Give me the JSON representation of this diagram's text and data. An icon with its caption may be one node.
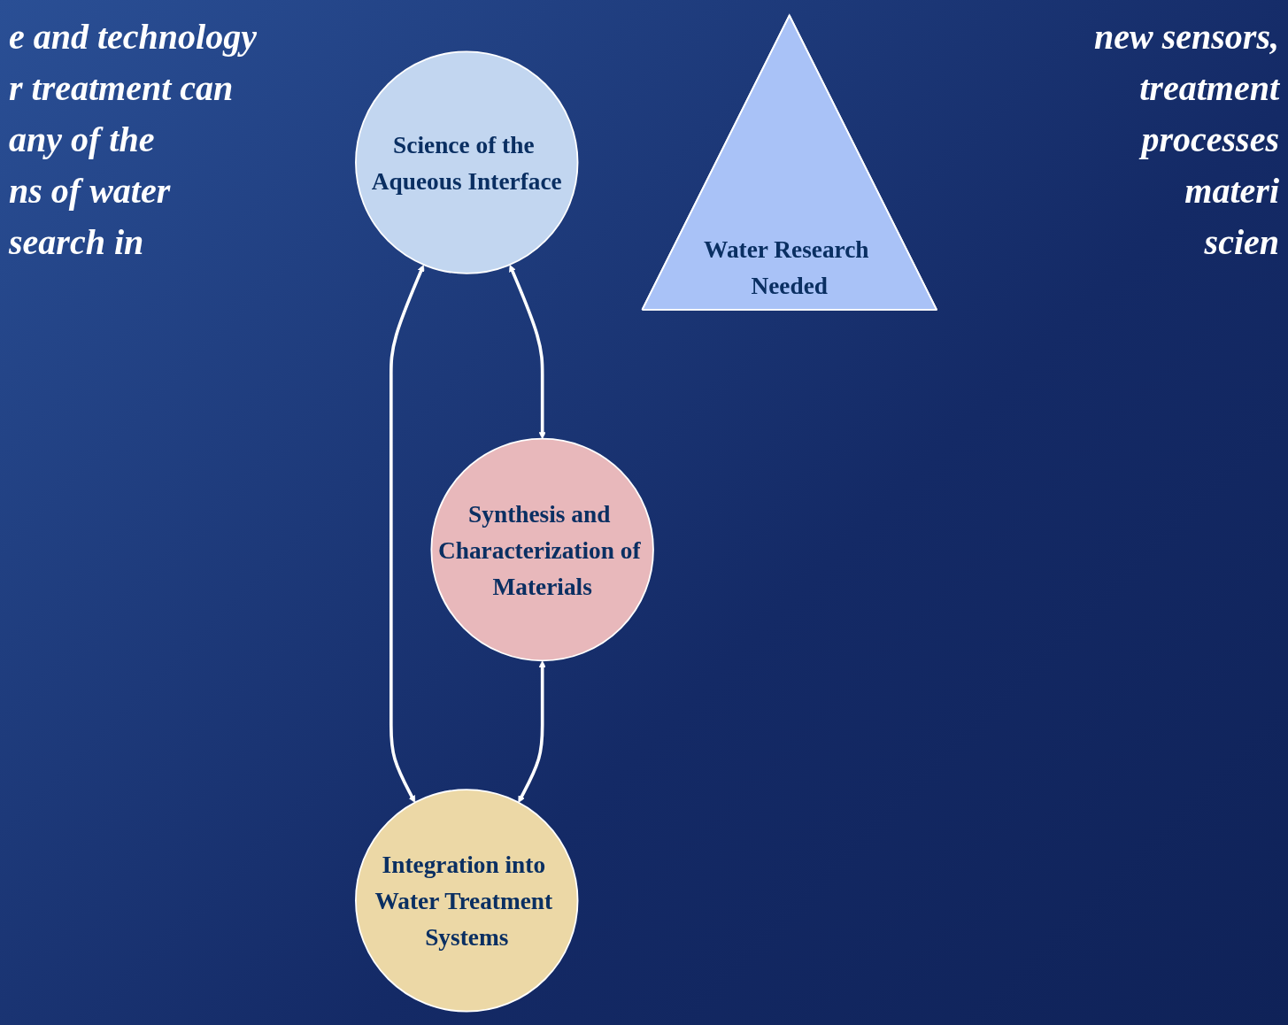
{
  "diagram": {
    "nodes": [
      {
        "text": [
          "Science of the Aqueous Interface"
        ]
      },
      {
        "text": [
          "Water Research Needed"
        ]
      },
      {
        "text": [
          "Synthesis and Characterization of Materials"
        ]
      },
      {
        "text": [
          "Integration into Water Treatment Systems"
        ]
      }
    ],
    "edges": [
      {
        "from": 0,
        "to": 2,
        "arrow": "both"
      },
      {
        "from": 0,
        "to": 3,
        "arrow": "both"
      },
      {
        "from": 2,
        "to": 3,
        "arrow": "both"
      }
    ],
    "labels": [
      "e and technology",
      "r treatment can",
      "any of the",
      "ns of water",
      "search in",
      "new sensors,",
      "treatment",
      "processes",
      "materi",
      "scien"
    ]
  }
}
